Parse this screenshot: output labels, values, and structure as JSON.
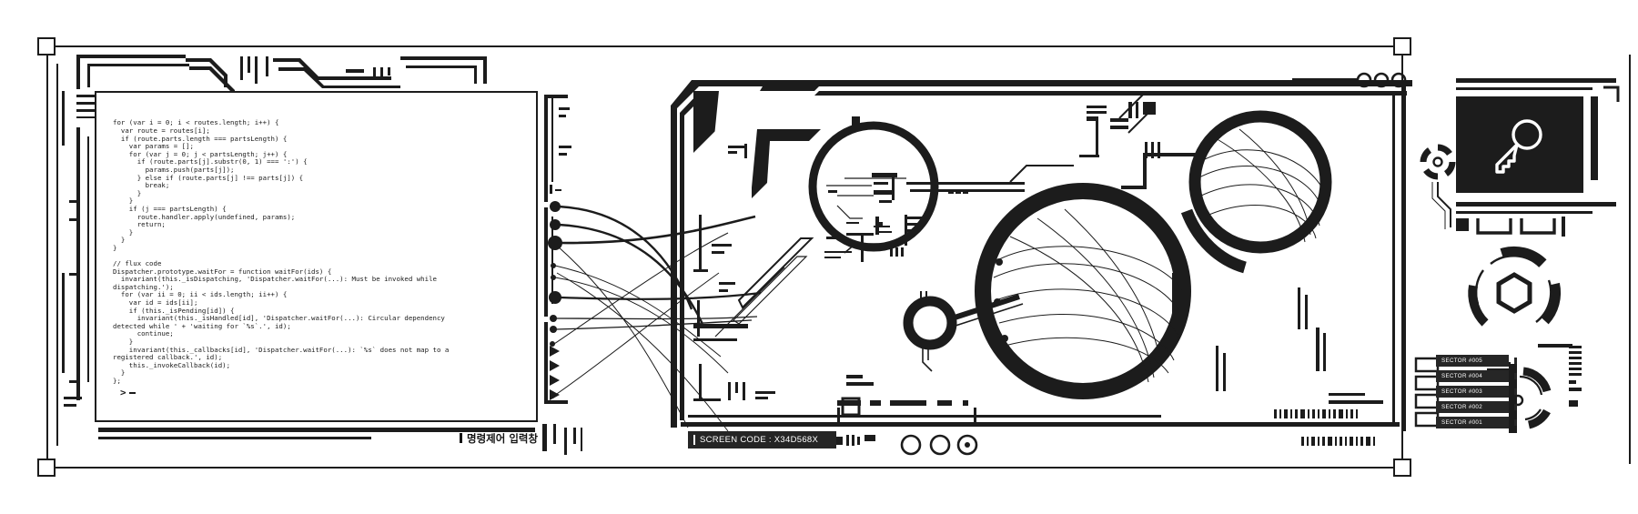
{
  "terminal": {
    "label_ko": "명령제어 입력창",
    "prompt": ">",
    "code": "for (var i = 0; i < routes.length; i++) {\n  var route = routes[i];\n  if (route.parts.length === partsLength) {\n    var params = [];\n    for (var j = 0; j < partsLength; j++) {\n      if (route.parts[j].substr(0, 1) === ':') {\n        params.push(parts[j]);\n      } else if (route.parts[j] !== parts[j]) {\n        break;\n      }\n    }\n    if (j === partsLength) {\n      route.handler.apply(undefined, params);\n      return;\n    }\n  }\n}\n\n// flux code\nDispatcher.prototype.waitFor = function waitFor(ids) {\n  invariant(this._isDispatching, 'Dispatcher.waitFor(...): Must be invoked while\ndispatching.');\n  for (var ii = 0; ii < ids.length; ii++) {\n    var id = ids[ii];\n    if (this._isPending[id]) {\n      invariant(this._isHandled[id], 'Dispatcher.waitFor(...): Circular dependency\ndetected while ' + 'waiting for `%s`.', id);\n      continue;\n    }\n    invariant(this._callbacks[id], 'Dispatcher.waitFor(...): `%s` does not map to a\nregistered callback.', id);\n    this._invokeCallback(id);\n  }\n};"
  },
  "viewport": {
    "screen_code_label": "SCREEN CODE : X34D568X"
  },
  "sidebar": {
    "key_icon": "key-icon",
    "sectors": [
      {
        "label": "SECTOR #005"
      },
      {
        "label": "SECTOR #004"
      },
      {
        "label": "SECTOR #003"
      },
      {
        "label": "SECTOR #002"
      },
      {
        "label": "SECTOR #001"
      }
    ]
  },
  "colors": {
    "ink": "#1c1c1c",
    "panel": "#252525",
    "paper": "#ffffff"
  }
}
